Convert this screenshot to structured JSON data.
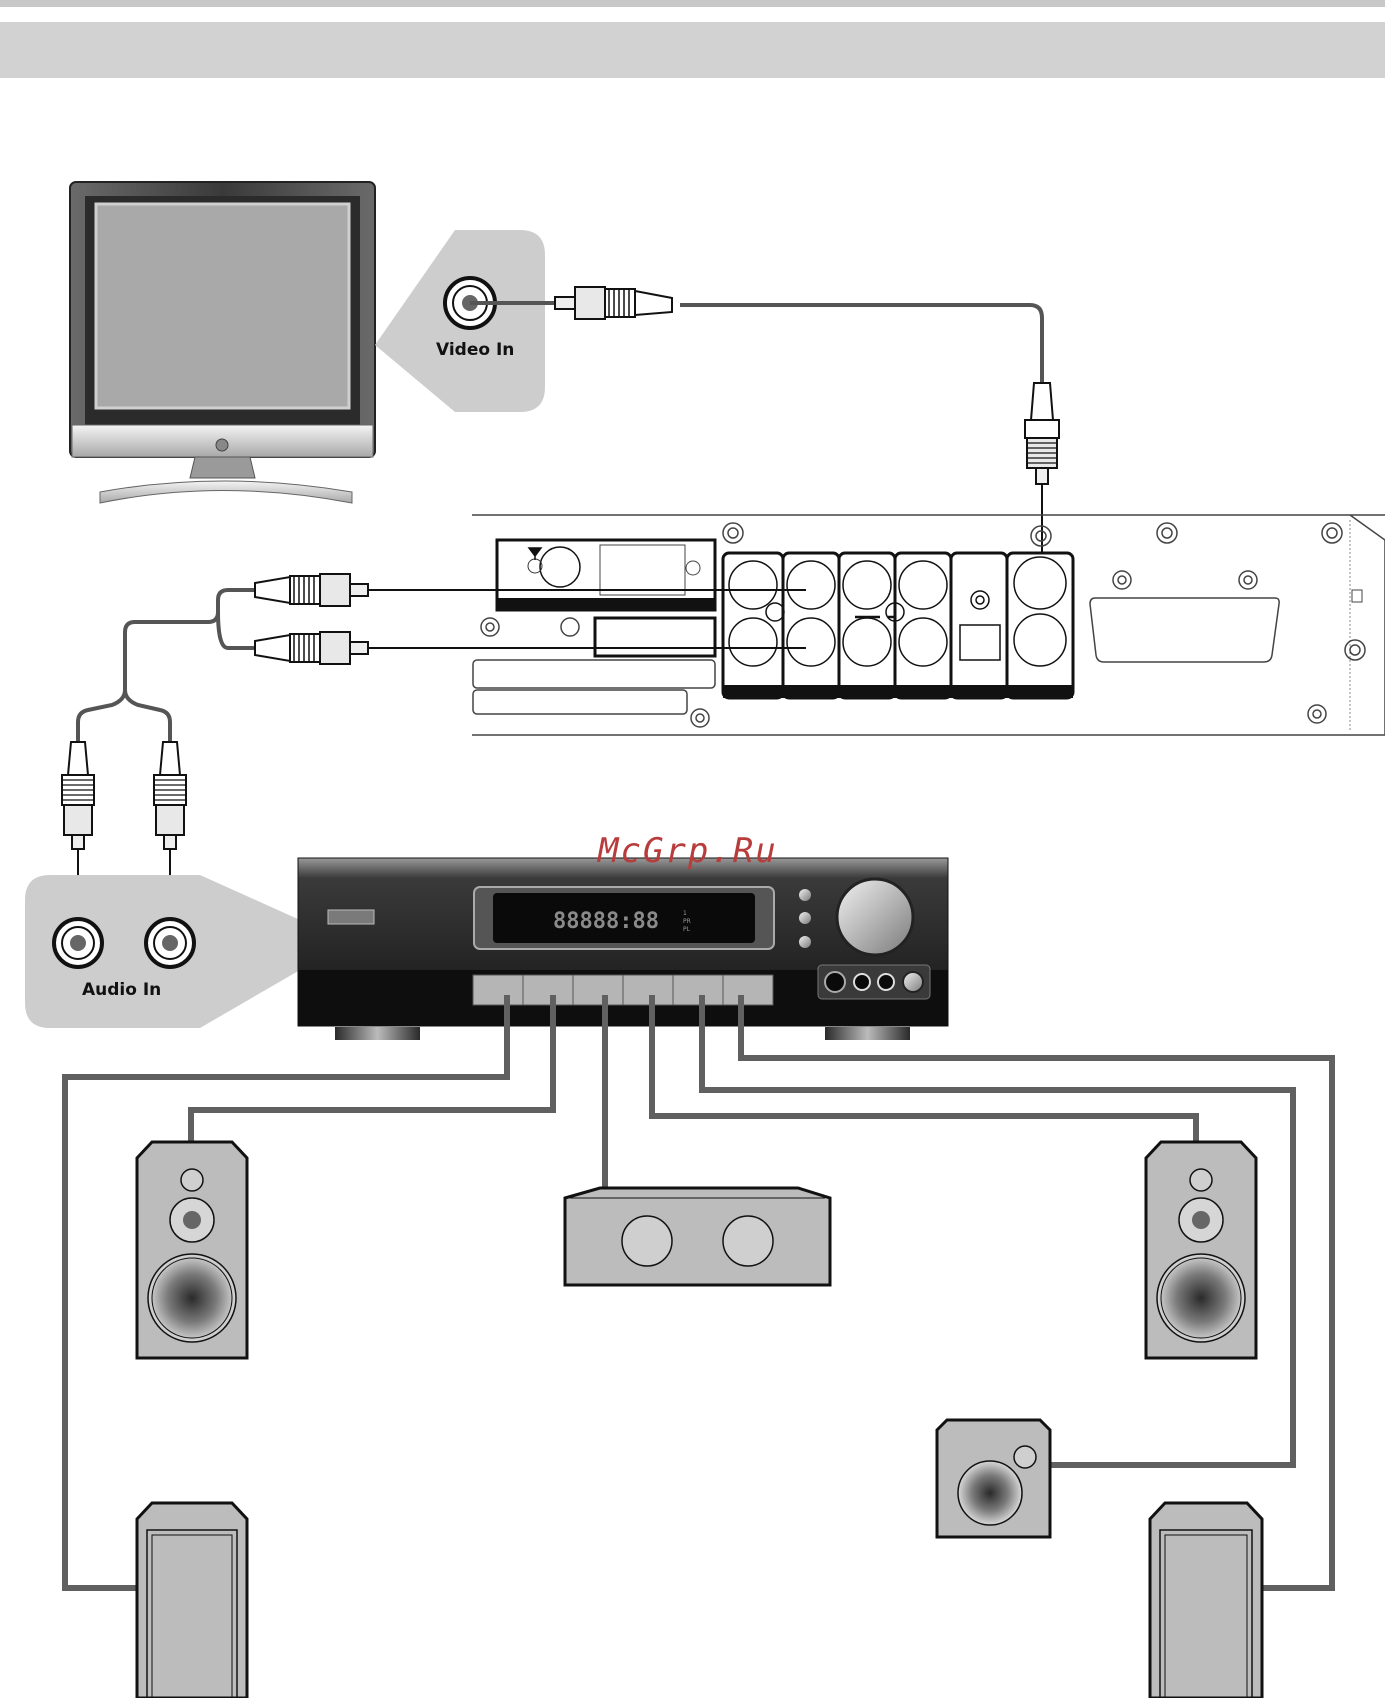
{
  "labels": {
    "video_in": "Video In",
    "audio_in": "Audio In",
    "watermark": "McGrp.Ru"
  },
  "receiver_display": {
    "readout": "88888:88",
    "indicators": [
      "1",
      "PR",
      "PL"
    ]
  },
  "colors": {
    "header_bar": "#d2d2d2",
    "top_rule": "#c8c8c8",
    "callout_bg": "#cdcdcd",
    "cable": "#555555",
    "speaker_body": "#bcbcbc",
    "watermark": "#b83c3c"
  }
}
